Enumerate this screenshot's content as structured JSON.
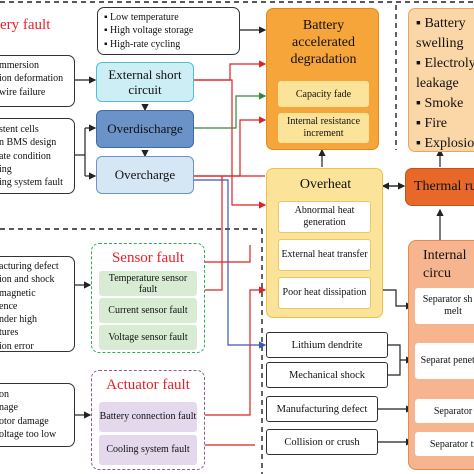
{
  "battery_fault": {
    "title": "ery fault",
    "left_box1": [
      "mmersion",
      "ion deformation",
      "wire failure"
    ],
    "left_box2": [
      "stent cells",
      "n BMS design",
      "ate condition",
      "ing",
      "ing system fault"
    ],
    "causes_top": [
      "Low temperature",
      "High voltage storage",
      "High-rate cycling"
    ],
    "external_short_circuit": "External short circuit",
    "overdischarge": "Overdischarge",
    "overcharge": "Overcharge"
  },
  "degradation": {
    "title": "Battery accelerated degradation",
    "items": [
      "Capacity fade",
      "Internal resistance increment"
    ]
  },
  "consequences": [
    "Battery swelling",
    "Electroly leakage",
    "Smoke",
    "Fire",
    "Explosio"
  ],
  "overheat": {
    "title": "Overheat",
    "items": [
      "Abnormal heat generation",
      "External heat transfer",
      "Poor heat dissipation"
    ]
  },
  "thermal_runaway": "Thermal ru",
  "sensor_fault": {
    "left_lines": [
      "acturing defect",
      "ion and shock",
      "magnetic",
      "ence",
      "nder high",
      "tures",
      "ion error"
    ],
    "title": "Sensor fault",
    "items": [
      "Temperature sensor fault",
      "Current sensor fault",
      "Voltage sensor fault"
    ]
  },
  "actuator_fault": {
    "left_lines": [
      "on",
      "nage",
      "otor damage",
      "oltage too low"
    ],
    "title": "Actuator fault",
    "items": [
      "Battery connection fault",
      "Cooling system fault"
    ]
  },
  "internal_short": {
    "title": "Internal circu",
    "items": [
      "Separator sh or melt",
      "Separat penetrat",
      "Separator",
      "Separator ti"
    ]
  },
  "isc_causes": [
    "Lithium dendrite",
    "Mechanical shock",
    "Manufacturing defect",
    "Collision or crush"
  ],
  "colors": {
    "cyan": "#cdeef4",
    "blue": "#6b93c8",
    "light_blue": "#d5e6f5",
    "orange": "#f5a53a",
    "light_orange": "#fbd7a8",
    "yellow": "#fbe49a",
    "orange_red": "#e8682a",
    "salmon": "#f6b58f",
    "red": "#e8202a",
    "green": "#2fae5a",
    "light_green": "#d7ecd3",
    "purple": "#8c5a9e",
    "light_purple": "#e3d8ec"
  }
}
